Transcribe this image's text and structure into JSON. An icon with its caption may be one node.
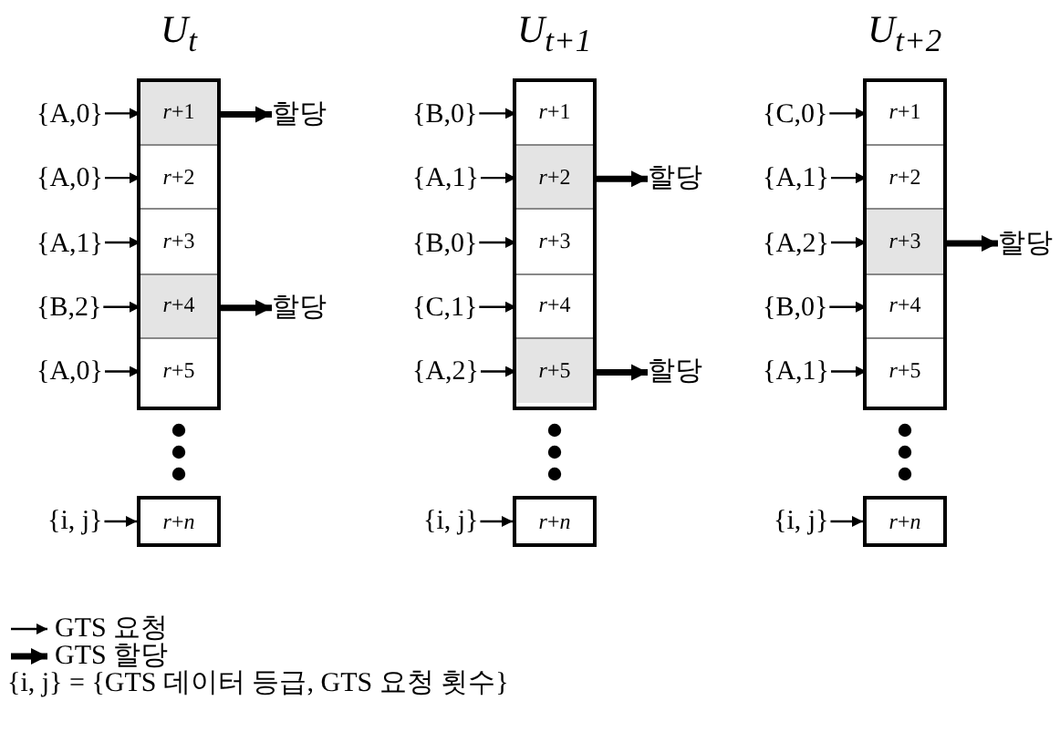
{
  "diagram": {
    "nodes": [
      {
        "text": [
          "U$_{t}$"
        ]
      },
      {
        "text": [
          "{A,0}"
        ]
      },
      {
        "text": [
          "*r*+1"
        ],
        "in": 0
      },
      {
        "text": [
          "할당"
        ]
      },
      {
        "text": [
          "{A,0}"
        ]
      },
      {
        "text": [
          "*r*+2"
        ],
        "in": 0
      },
      {
        "text": [
          "{A,1}"
        ]
      },
      {
        "text": [
          "*r*+3"
        ],
        "in": 0
      },
      {
        "text": [
          "{B,2}"
        ]
      },
      {
        "text": [
          "*r*+4"
        ],
        "in": 0
      },
      {
        "text": [
          "할당"
        ]
      },
      {
        "text": [
          "{A,0}"
        ]
      },
      {
        "text": [
          "*r*+5"
        ],
        "in": 0
      },
      {
        "text": [
          "{i, j}"
        ]
      },
      {
        "text": [
          "*r*+*n*"
        ]
      },
      {
        "text": [
          "U$_{t+1}$"
        ]
      },
      {
        "text": [
          "{B,0}"
        ]
      },
      {
        "text": [
          "*r*+1"
        ],
        "in": 15
      },
      {
        "text": [
          "{A,1}"
        ]
      },
      {
        "text": [
          "*r*+2"
        ],
        "in": 15
      },
      {
        "text": [
          "할당"
        ]
      },
      {
        "text": [
          "{B,0}"
        ]
      },
      {
        "text": [
          "*r*+3"
        ],
        "in": 15
      },
      {
        "text": [
          "{C,1}"
        ]
      },
      {
        "text": [
          "*r*+4"
        ],
        "in": 15
      },
      {
        "text": [
          "{A,2}"
        ]
      },
      {
        "text": [
          "*r*+5"
        ],
        "in": 15
      },
      {
        "text": [
          "할당"
        ]
      },
      {
        "text": [
          "{i, j}"
        ]
      },
      {
        "text": [
          "*r*+*n*"
        ]
      },
      {
        "text": [
          "U$_{t+2}$"
        ]
      },
      {
        "text": [
          "{C,0}"
        ]
      },
      {
        "text": [
          "*r*+1"
        ],
        "in": 30
      },
      {
        "text": [
          "{A,1}"
        ]
      },
      {
        "text": [
          "*r*+2"
        ],
        "in": 30
      },
      {
        "text": [
          "{A,2}"
        ]
      },
      {
        "text": [
          "*r*+3"
        ],
        "in": 30
      },
      {
        "text": [
          "할당"
        ]
      },
      {
        "text": [
          "{B,0}"
        ]
      },
      {
        "text": [
          "*r*+4"
        ],
        "in": 30
      },
      {
        "text": [
          "{A,1}"
        ]
      },
      {
        "text": [
          "*r*+5"
        ],
        "in": 30
      },
      {
        "text": [
          "{i, j}"
        ]
      },
      {
        "text": [
          "*r*+*n*"
        ]
      }
    ],
    "edges": [
      {
        "from": 1,
        "to": 2,
        "arrow": "to"
      },
      {
        "from": 2,
        "to": 3,
        "arrow": "to",
        "style": "thick"
      },
      {
        "from": 4,
        "to": 5,
        "arrow": "to"
      },
      {
        "from": 6,
        "to": 7,
        "arrow": "to"
      },
      {
        "from": 8,
        "to": 9,
        "arrow": "to"
      },
      {
        "from": 9,
        "to": 10,
        "arrow": "to",
        "style": "thick"
      },
      {
        "from": 11,
        "to": 12,
        "arrow": "to"
      },
      {
        "from": 13,
        "to": 14,
        "arrow": "to"
      },
      {
        "from": 16,
        "to": 17,
        "arrow": "to"
      },
      {
        "from": 18,
        "to": 19,
        "arrow": "to"
      },
      {
        "from": 19,
        "to": 20,
        "arrow": "to",
        "style": "thick"
      },
      {
        "from": 21,
        "to": 22,
        "arrow": "to"
      },
      {
        "from": 23,
        "to": 24,
        "arrow": "to"
      },
      {
        "from": 25,
        "to": 26,
        "arrow": "to"
      },
      {
        "from": 26,
        "to": 27,
        "arrow": "to",
        "style": "thick"
      },
      {
        "from": 28,
        "to": 29,
        "arrow": "to"
      },
      {
        "from": 31,
        "to": 32,
        "arrow": "to"
      },
      {
        "from": 33,
        "to": 34,
        "arrow": "to"
      },
      {
        "from": 35,
        "to": 36,
        "arrow": "to"
      },
      {
        "from": 36,
        "to": 37,
        "arrow": "to",
        "style": "thick"
      },
      {
        "from": 38,
        "to": 39,
        "arrow": "to"
      },
      {
        "from": 40,
        "to": 41,
        "arrow": "to"
      },
      {
        "from": 42,
        "to": 43,
        "arrow": "to"
      }
    ],
    "labels": [
      "{i, j} = {GTS 데이터 등급, GTS 요청 횟수}"
    ],
    "legend": [
      {
        "text": "GTS 요청"
      },
      {
        "text": "GTS 할당"
      }
    ]
  }
}
